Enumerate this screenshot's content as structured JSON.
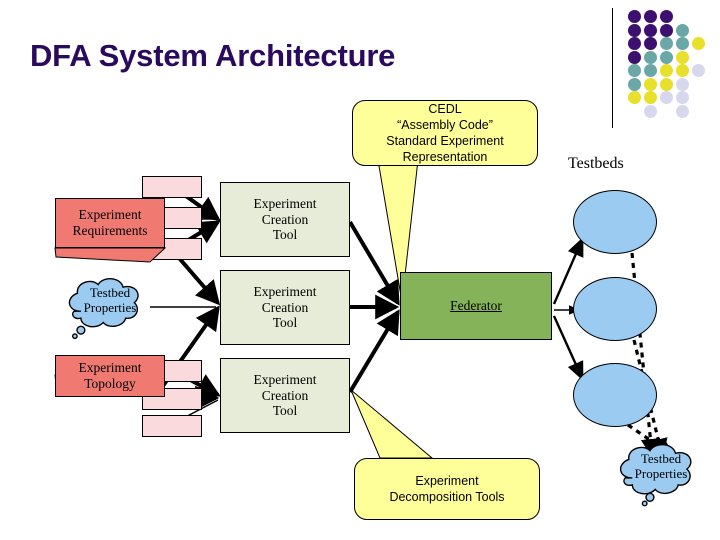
{
  "slide": {
    "title": "DFA System Architecture",
    "background": "#ffffff"
  },
  "colors": {
    "title_text": "#2b0a5e",
    "tool_box_fill": "#e6ecd8",
    "federator_fill": "#84b35a",
    "requirement_fill": "#f07a72",
    "pink_tab_fill": "#fadadd",
    "callout_fill": "#ffff99",
    "testbed_ellipse_fill": "#9ccbf2",
    "cloud_fill": "#9ccbf2",
    "outline": "#000000",
    "dot_purple": "#3d0f6e",
    "dot_teal": "#6aa8a8",
    "dot_yellow": "#e8e02a",
    "dot_lavender": "#d7d7ee"
  },
  "decor": {
    "name": "dot-motif",
    "rows": [
      [
        "#3d0f6e",
        "#3d0f6e",
        "#3d0f6e",
        null,
        null
      ],
      [
        "#3d0f6e",
        "#3d0f6e",
        "#3d0f6e",
        "#6aa8a8",
        null
      ],
      [
        "#3d0f6e",
        "#3d0f6e",
        "#6aa8a8",
        "#6aa8a8",
        "#e8e02a"
      ],
      [
        "#3d0f6e",
        "#6aa8a8",
        "#6aa8a8",
        "#e8e02a",
        null
      ],
      [
        "#6aa8a8",
        "#6aa8a8",
        "#e8e02a",
        "#e8e02a",
        "#d7d7ee"
      ],
      [
        "#6aa8a8",
        "#e8e02a",
        "#e8e02a",
        "#d7d7ee",
        null
      ],
      [
        "#e8e02a",
        "#e8e02a",
        "#d7d7ee",
        "#d7d7ee",
        null
      ],
      [
        null,
        "#d7d7ee",
        null,
        "#d7d7ee",
        null
      ]
    ]
  },
  "inputs": [
    {
      "label_line1": "Experiment",
      "label_line2": "Requirements",
      "shape": "red-pentagon"
    },
    {
      "label_line1": "Testbed",
      "label_line2": "Properties",
      "shape": "cloud"
    },
    {
      "label_line1": "Experiment",
      "label_line2": "Topology",
      "shape": "red-pentagon"
    }
  ],
  "tools": [
    {
      "line1": "Experiment",
      "line2": "Creation",
      "line3": "Tool"
    },
    {
      "line1": "Experiment",
      "line2": "Creation",
      "line3": "Tool"
    },
    {
      "line1": "Experiment",
      "line2": "Creation",
      "line3": "Tool"
    }
  ],
  "federator": {
    "label": "Federator"
  },
  "callouts": {
    "cedl": {
      "line1": "CEDL",
      "line2": "“Assembly Code”",
      "line3": "Standard Experiment",
      "line4": "Representation"
    },
    "decomposition": {
      "line1": "Experiment",
      "line2": "Decomposition  Tools"
    }
  },
  "testbeds": {
    "heading": "Testbeds",
    "count": 3,
    "result_cloud": {
      "line1": "Testbed",
      "line2": "Properties"
    }
  }
}
